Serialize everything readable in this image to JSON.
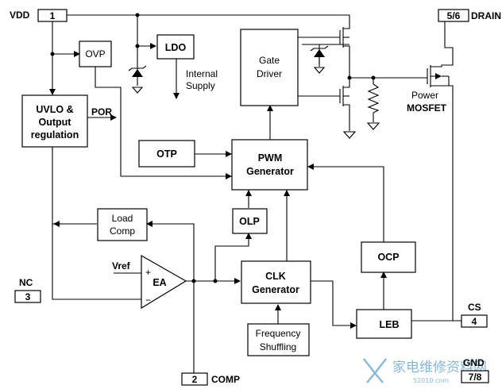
{
  "pins": {
    "vdd": {
      "name": "VDD",
      "number": "1"
    },
    "drain": {
      "name": "DRAIN",
      "number": "5/6"
    },
    "nc": {
      "name": "NC",
      "number": "3"
    },
    "comp": {
      "name": "COMP",
      "number": "2"
    },
    "cs": {
      "name": "CS",
      "number": "4"
    },
    "gnd": {
      "name": "GND",
      "number": "7/8"
    }
  },
  "blocks": {
    "ovp": "OVP",
    "ldo": "LDO",
    "uvlo": [
      "UVLO &",
      "Output",
      "regulation"
    ],
    "gate_driver": [
      "Gate",
      "Driver"
    ],
    "otp": "OTP",
    "pwm": [
      "PWM",
      "Generator"
    ],
    "load_comp": [
      "Load",
      "Comp"
    ],
    "olp": "OLP",
    "ocp": "OCP",
    "ea": "EA",
    "clk": [
      "CLK",
      "Generator"
    ],
    "freq": [
      "Frequency",
      "Shuffling"
    ],
    "leb": "LEB"
  },
  "signals": {
    "internal_supply": [
      "Internal",
      "Supply"
    ],
    "por": "POR",
    "vref": "Vref",
    "ea_plus": "+",
    "ea_minus": "−",
    "power_mosfet": [
      "Power",
      "MOSFET"
    ]
  },
  "watermark": {
    "main": "家电维修资料网",
    "url": "52010.com"
  }
}
